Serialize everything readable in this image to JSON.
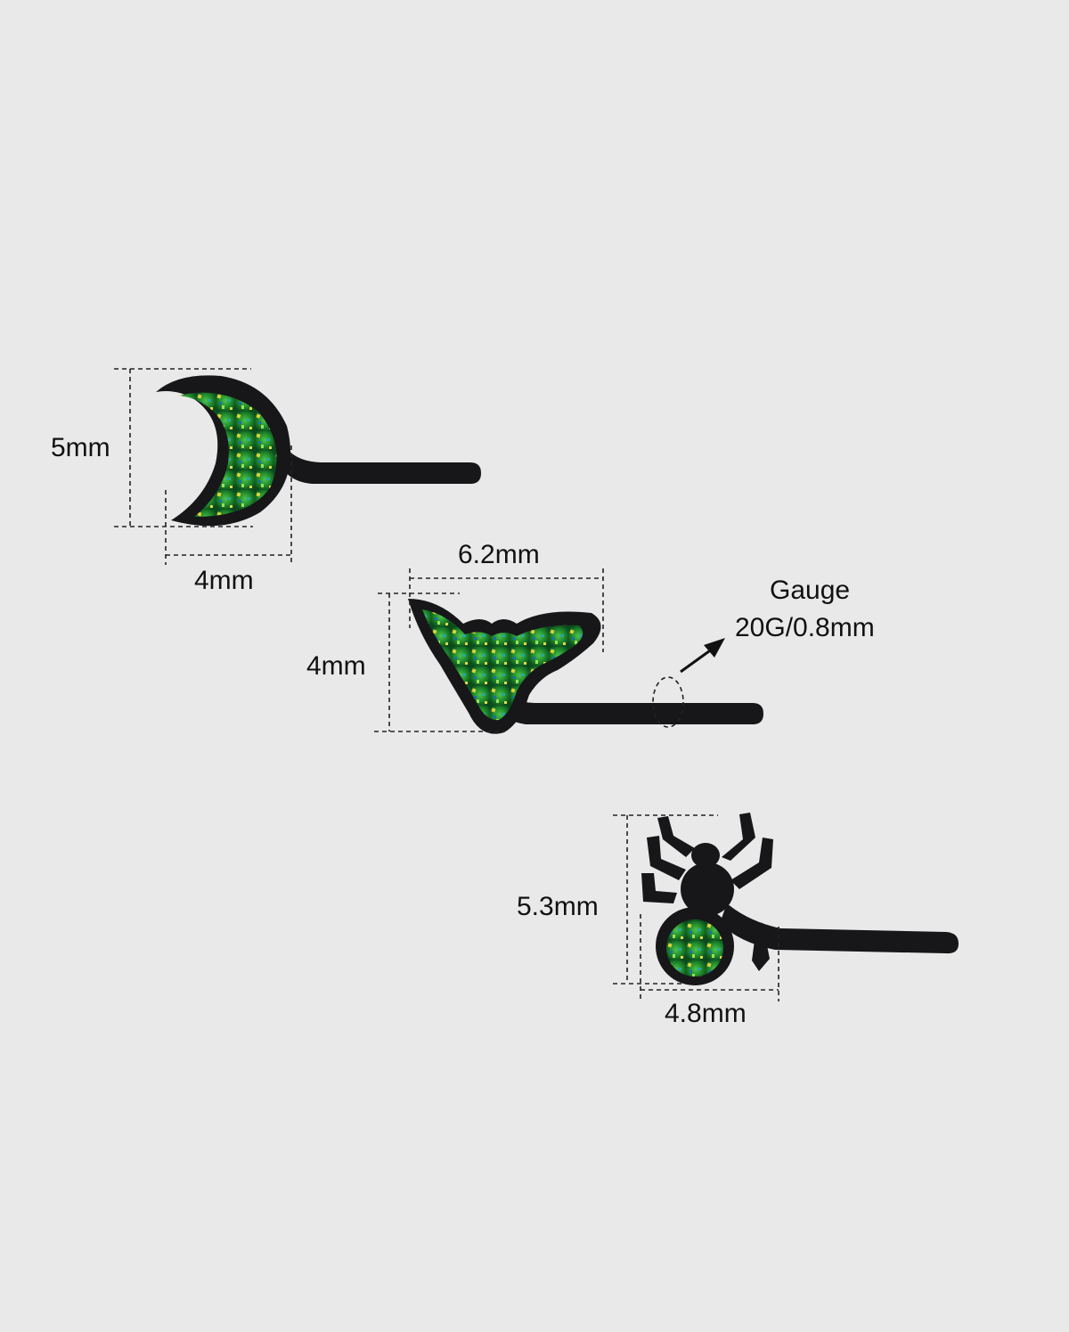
{
  "dimensions": {
    "moon_height": "5mm",
    "moon_width": "4mm",
    "bat_width": "6.2mm",
    "bat_height": "4mm",
    "spider_height": "5.3mm",
    "spider_width": "4.8mm"
  },
  "gauge": {
    "title": "Gauge",
    "value": "20G/0.8mm"
  },
  "colors": {
    "background": "#e9e9e9",
    "metal": "#17171a",
    "opal_green": "#1f8a2c",
    "glitter_yellow": "#d8d23a",
    "glitter_teal": "#2aa6a0"
  }
}
